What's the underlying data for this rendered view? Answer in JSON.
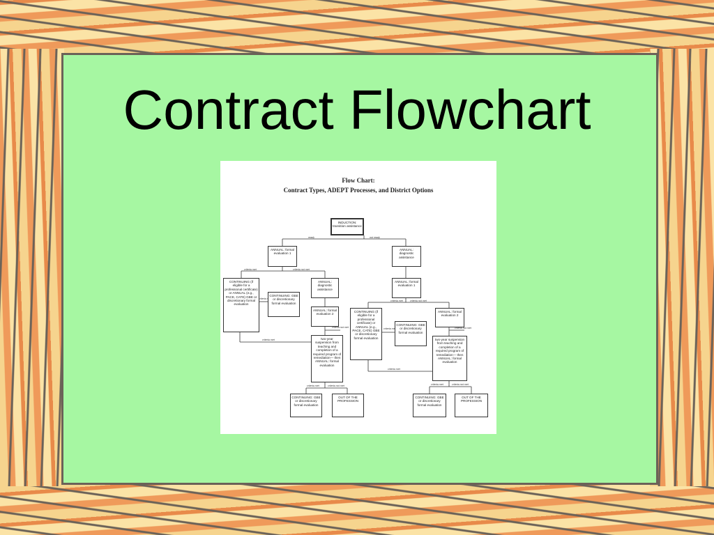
{
  "slide": {
    "title": "Contract Flowchart"
  },
  "flowchart": {
    "title": "Flow Chart:",
    "subtitle": "Contract Types, ADEPT Processes, and District Options",
    "induction": "INDUCTION: transition assistance",
    "ready": "ready",
    "not_ready": "not ready",
    "left": {
      "annual_formal_1": "ANNUAL: formal evaluation 1",
      "criteria_met": "criteria met",
      "criteria_not_met": "criteria not met",
      "continuing_annual": "CONTINUING (if eligible for a professional certificate) or ANNUAL (e.g., PACE, CATE) GBE or discretionary formal evaluation",
      "criteria_met_side": "criteria met",
      "continuing_gbe": "CONTINUING: GBE or discretionary formal evaluation",
      "annual_diagnostic": "ANNUAL: diagnostic assistance",
      "annual_formal_2": "ANNUAL: formal evaluation 2",
      "criteria_not_met_2": "criteria not met",
      "criteria_met_bottom": "criteria met",
      "suspension": "two-year suspension from teaching and completion of a required program of remediation— then ANNUAL: formal evaluation",
      "criteria_met_3": "criteria met",
      "criteria_not_met_3": "criteria not met",
      "continuing_gbe_2": "CONTINUING: GBE or discretionary formal evaluation",
      "out": "OUT OF THE PROFESSION"
    },
    "right": {
      "annual_diagnostic": "ANNUAL: diagnostic assistance",
      "annual_formal_1": "ANNUAL: formal evaluation 1",
      "criteria_met": "criteria met",
      "criteria_not_met": "criteria not met",
      "continuing_annual": "CONTINUING (if eligible for a professional certificate) or ANNUAL (e.g., PACE, CATE) GBE or discretionary formal evaluation",
      "criteria_met_side": "criteria met",
      "continuing_gbe": "CONTINUING: GBE or discretionary formal evaluation",
      "annual_formal_2": "ANNUAL: formal evaluation 2",
      "criteria_not_met_2": "criteria not met",
      "suspension": "two-year suspension from teaching and completion of a required program of remediation— then ANNUAL: formal evaluation",
      "criteria_met_bottom": "criteria met",
      "criteria_met_3": "criteria met",
      "criteria_not_met_3": "criteria not met",
      "continuing_gbe_2": "CONTINUING: GBE or discretionary formal evaluation",
      "out": "OUT OF THE PROFESSION"
    }
  }
}
